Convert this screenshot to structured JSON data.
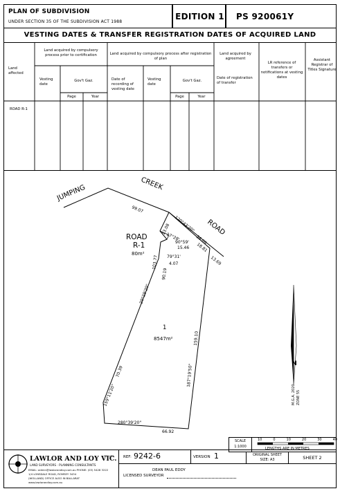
{
  "header": {
    "title": "PLAN OF SUBDIVISION",
    "subtitle": "UNDER SECTION 35 OF THE SUBDIVISION ACT 1988",
    "edition": "EDITION 1",
    "plan_number": "PS 920061Y"
  },
  "vesting_table": {
    "title": "VESTING DATES & TRANSFER REGISTRATION DATES OF ACQUIRED LAND",
    "col_land_affected": "Land affected",
    "group_prior": "Land acquired by compulsory process prior to certification",
    "group_after": "Land acquired by compulsory process after registration of plan",
    "group_agreement": "Land acquired by agreement",
    "col_lr_reference": "LR reference of transfers or notifications at vesting dates",
    "col_assistant_registrar": "Assistant Registrar of Titles Signature",
    "col_vesting_date": "Vesting date",
    "col_govt_gaz": "Gov't Gaz.",
    "col_page": "Page",
    "col_year": "Year",
    "col_date_recording": "Date of recording of vesting date",
    "col_vesting_date_2": "Vesting date",
    "col_govt_gaz_2": "Gov't Gaz.",
    "col_page_2": "Page",
    "col_year_2": "Year",
    "col_date_registration": "Date of registration of transfer",
    "row_1_land": "ROAD R-1"
  },
  "plan": {
    "creek_word_1": "JUMPING",
    "creek_word_2": "CREEK",
    "road_word": "ROAD",
    "road_parcel_label_1": "ROAD",
    "road_parcel_label_2": "R-1",
    "road_parcel_area": "80m²",
    "lot_number": "1",
    "lot_area": "8547m²",
    "dim_creek_left": "99.07",
    "dim_road_bearing": "120°43'20\"",
    "dim_road_1": "36.09",
    "dim_road_2": "18.81",
    "dim_road_3": "13.69",
    "dim_a": "13.08",
    "dim_b": "17°28'",
    "dim_c": "90°59'",
    "dim_d": "15.46",
    "dim_e": "79°31'",
    "dim_f": "4.07",
    "dim_g": "103.77",
    "dim_h": "90.19",
    "dim_west_bearing": "20°29'20\"",
    "dim_west_length": "70.39",
    "dim_sw_bearing": "159°11'20\"",
    "dim_south_bearing": "280°39'20\"",
    "dim_south_length": "66.92",
    "dim_east_length": "159.10",
    "dim_east_bearing": "187°19'50\"",
    "north_label_1": "M.G.A. 2020",
    "north_label_2": "ZONE 55"
  },
  "scale_box": {
    "scale_label": "SCALE",
    "scale_ratio": "1:1000",
    "ticks": [
      "10",
      "0",
      "10",
      "20",
      "30",
      "40"
    ],
    "units_caption": "LENGTHS ARE IN METRES",
    "original_sheet_label": "ORIGINAL SHEET",
    "sheet_size": "SIZE: A3",
    "sheet_number": "SHEET 2"
  },
  "footer": {
    "firm_name": "LAWLOR AND LOY VIC.",
    "firm_suffix": "PTY LTD",
    "firm_tagline": "LAND SURVEYORS · PLANNING CONSULTANTS",
    "firm_email_phone": "EMAIL: admin@lawlorandloy.com.au  PHONE: (03) 5428 3222",
    "firm_address_1": "1/4 LONSDALE ROAD, ROMSEY 3434",
    "firm_address_2": "(WOLLAND) OFFICE ALSO IN BALLARAT",
    "firm_website": "www.lawlorandloy.com.au",
    "ref_label": "REF:",
    "ref_value": "9242-6",
    "version_label": "VERSION",
    "version_value": "1",
    "surveyor_label": "LICENSED SURVEYOR",
    "surveyor_name": "DEAN PAUL EDDY"
  },
  "colors": {
    "ink": "#000000",
    "paper": "#ffffff"
  }
}
